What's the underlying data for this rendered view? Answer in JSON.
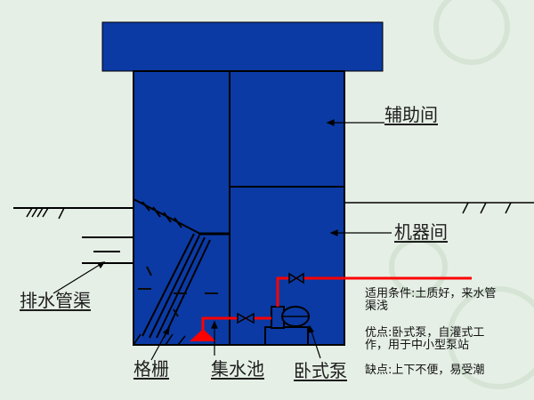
{
  "title": "",
  "colors": {
    "background": "#e6efe6",
    "structure": "#0b3aa4",
    "structure_dark": "#092f88",
    "outline": "#000000",
    "pipe": "#ff0000",
    "water_dashes": "#0a0a0a"
  },
  "labels": {
    "auxiliary_room": "辅助间",
    "machine_room": "机器间",
    "drainage_channel": "排水管渠",
    "grille": "格栅",
    "sump": "集水池",
    "horizontal_pump": "卧式泵"
  },
  "notes": {
    "conditions": "适用条件:土质好，来水管渠浅",
    "advantages": "优点:卧式泵，自灌式工作，用于中小型泵站",
    "disadvantages": "缺点:上下不便，易受潮"
  }
}
